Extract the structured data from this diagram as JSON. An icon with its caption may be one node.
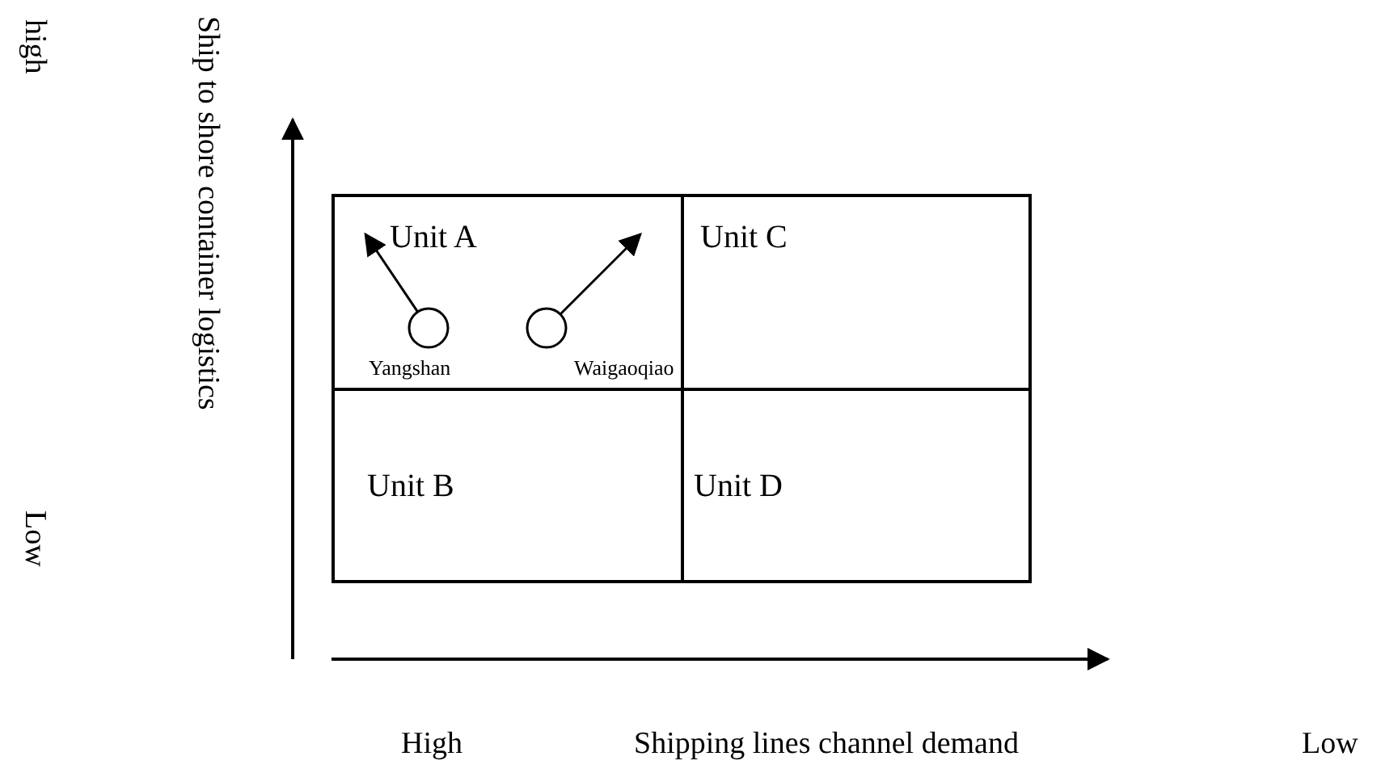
{
  "diagram": {
    "nodes": [
      {
        "text": [
          "Unit A"
        ]
      },
      {
        "text": [
          "Unit C"
        ]
      },
      {
        "text": [
          "Unit B"
        ]
      },
      {
        "text": [
          "Unit D"
        ]
      },
      {
        "text": [
          "Yangshan"
        ],
        "in": 0
      },
      {
        "text": [
          "Waigaoqiao"
        ],
        "in": 0
      }
    ],
    "edges": [
      {
        "from": 4,
        "to": 0,
        "arrow": "to"
      },
      {
        "from": 5,
        "to": 0,
        "arrow": "to"
      }
    ],
    "labels": [
      "high",
      "Ship to shore container logistics",
      "Low",
      "High",
      "Shipping lines channel demand",
      "Low"
    ]
  }
}
